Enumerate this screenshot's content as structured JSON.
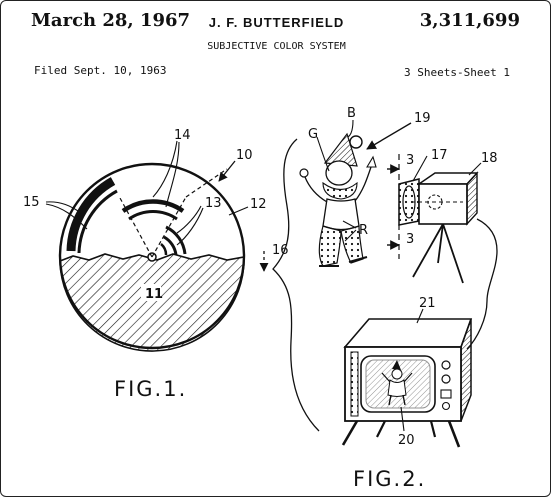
{
  "header": {
    "date": "March 28, 1967",
    "inventor": "J. F. BUTTERFIELD",
    "patent_number": "3,311,699",
    "title": "SUBJECTIVE COLOR SYSTEM",
    "filed": "Filed Sept. 10, 1963",
    "sheets": "3 Sheets-Sheet 1"
  },
  "fig1": {
    "label": "FIG.1.",
    "refs": {
      "r10": "10",
      "r11": "11",
      "r12": "12",
      "r13": "13",
      "r14": "14",
      "r15": "15",
      "r16": "16"
    }
  },
  "fig2": {
    "label": "FIG.2.",
    "refs": {
      "b": "B",
      "g": "G",
      "r": "R",
      "r17": "17",
      "r18": "18",
      "r19": "19",
      "r20": "20",
      "r21": "21",
      "s3a": "3",
      "s3b": "3"
    }
  }
}
